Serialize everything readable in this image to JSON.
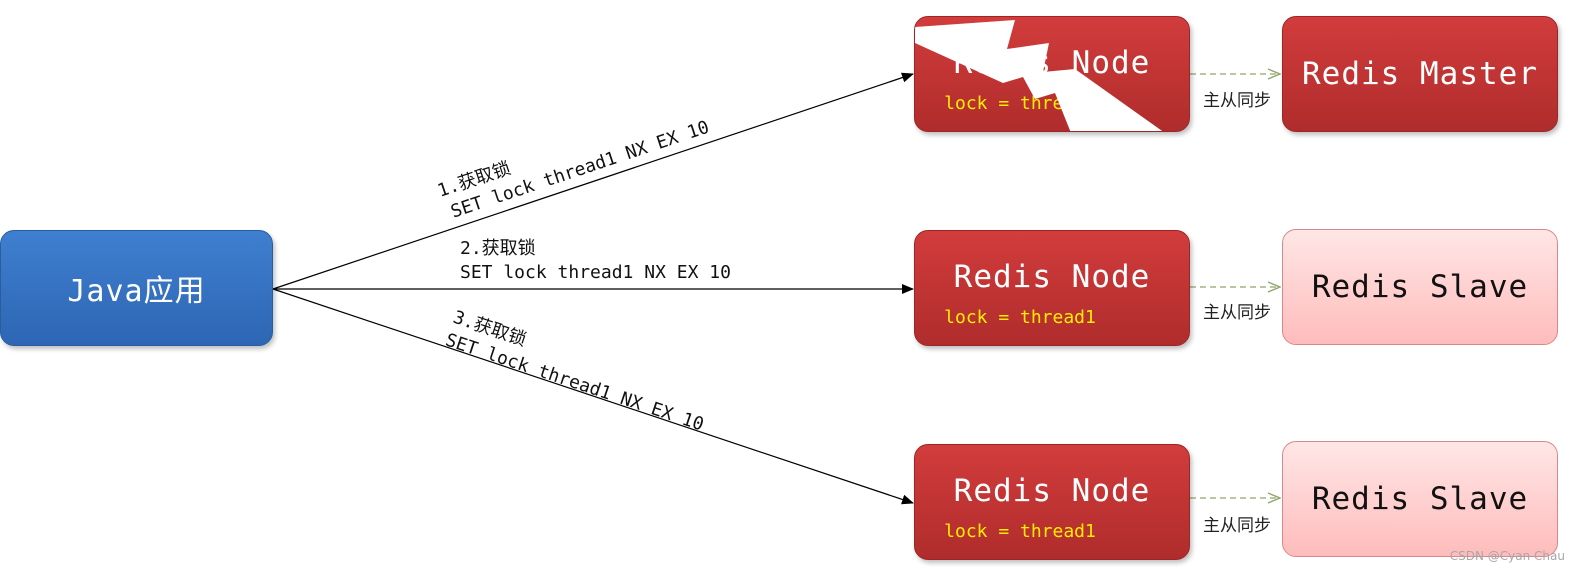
{
  "java_app": {
    "label": "Java应用"
  },
  "requests": [
    {
      "step": "1.获取锁",
      "command": "SET lock thread1 NX EX 10"
    },
    {
      "step": "2.获取锁",
      "command": "SET lock thread1 NX EX 10"
    },
    {
      "step": "3.获取锁",
      "command": "SET lock thread1 NX EX 10"
    }
  ],
  "nodes": [
    {
      "title": "Redis Node",
      "lock": "lock = thread1"
    },
    {
      "title": "Redis Node",
      "lock": "lock = thread1"
    },
    {
      "title": "Redis Node",
      "lock": "lock = thread1"
    }
  ],
  "replicas": [
    {
      "title": "Redis Master"
    },
    {
      "title": "Redis Slave"
    },
    {
      "title": "Redis Slave"
    }
  ],
  "sync_label": "主从同步",
  "watermark": "CSDN @Cyan Chau"
}
